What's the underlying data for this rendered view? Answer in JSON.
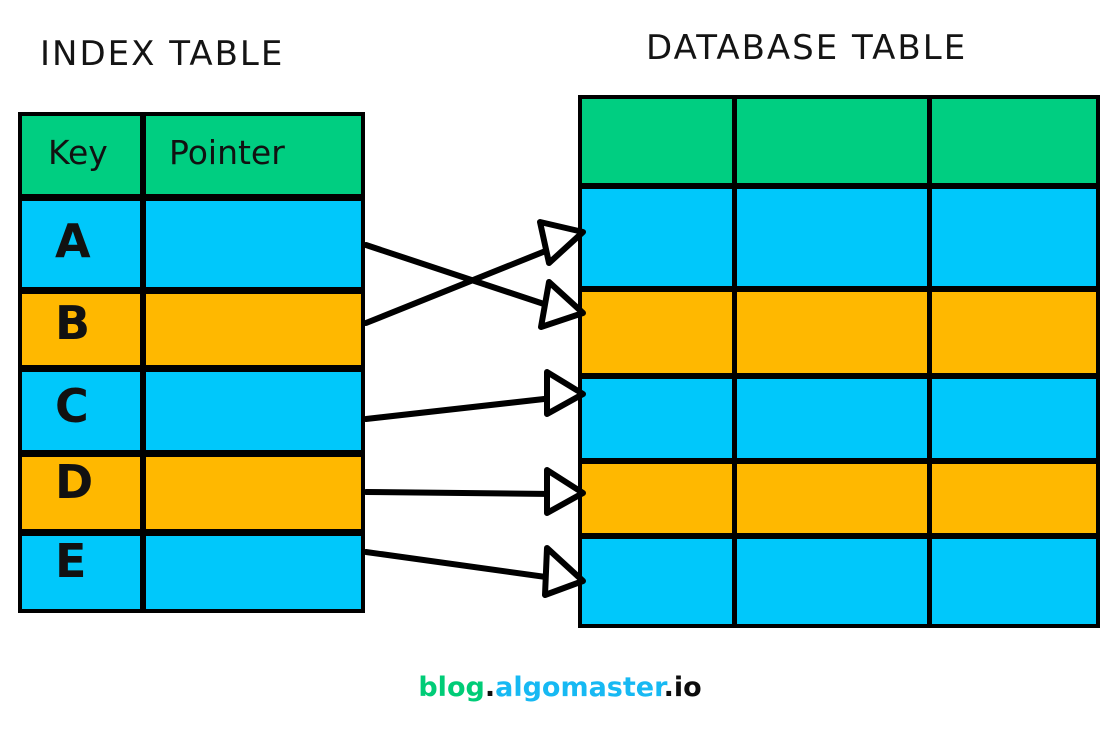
{
  "diagram": {
    "index_table": {
      "title": "INDEX TABLE",
      "headers": [
        "Key",
        "Pointer"
      ],
      "header_color": "#00ce81",
      "rows": [
        {
          "key": "A",
          "pointer": "",
          "color": "#00c8fb"
        },
        {
          "key": "B",
          "pointer": "",
          "color": "#ffb800"
        },
        {
          "key": "C",
          "pointer": "",
          "color": "#00c8fb"
        },
        {
          "key": "D",
          "pointer": "",
          "color": "#ffb800"
        },
        {
          "key": "E",
          "pointer": "",
          "color": "#00c8fb"
        }
      ]
    },
    "database_table": {
      "title": "DATABASE TABLE",
      "columns": 3,
      "rows": [
        {
          "color": "#00ce81",
          "cells": [
            "",
            "",
            ""
          ]
        },
        {
          "color": "#00c8fb",
          "cells": [
            "",
            "",
            ""
          ]
        },
        {
          "color": "#ffb800",
          "cells": [
            "",
            "",
            ""
          ]
        },
        {
          "color": "#00c8fb",
          "cells": [
            "",
            "",
            ""
          ]
        },
        {
          "color": "#ffb800",
          "cells": [
            "",
            "",
            ""
          ]
        },
        {
          "color": "#00c8fb",
          "cells": [
            "",
            "",
            ""
          ]
        }
      ]
    },
    "arrows": [
      {
        "from_key": "A",
        "to_row": 2,
        "label": ""
      },
      {
        "from_key": "B",
        "to_row": 1,
        "label": ""
      },
      {
        "from_key": "C",
        "to_row": 3,
        "label": ""
      },
      {
        "from_key": "D",
        "to_row": 4,
        "label": ""
      },
      {
        "from_key": "E",
        "to_row": 5,
        "label": ""
      }
    ],
    "stroke_color": "#000000"
  },
  "footer": {
    "part1": "blog",
    "dot1": ".",
    "part2": "algomaster",
    "dot2": ".",
    "part3": "io",
    "color_part1": "#00cc77",
    "color_part2": "#17b9f3",
    "color_part3": "#0d0d0d"
  }
}
